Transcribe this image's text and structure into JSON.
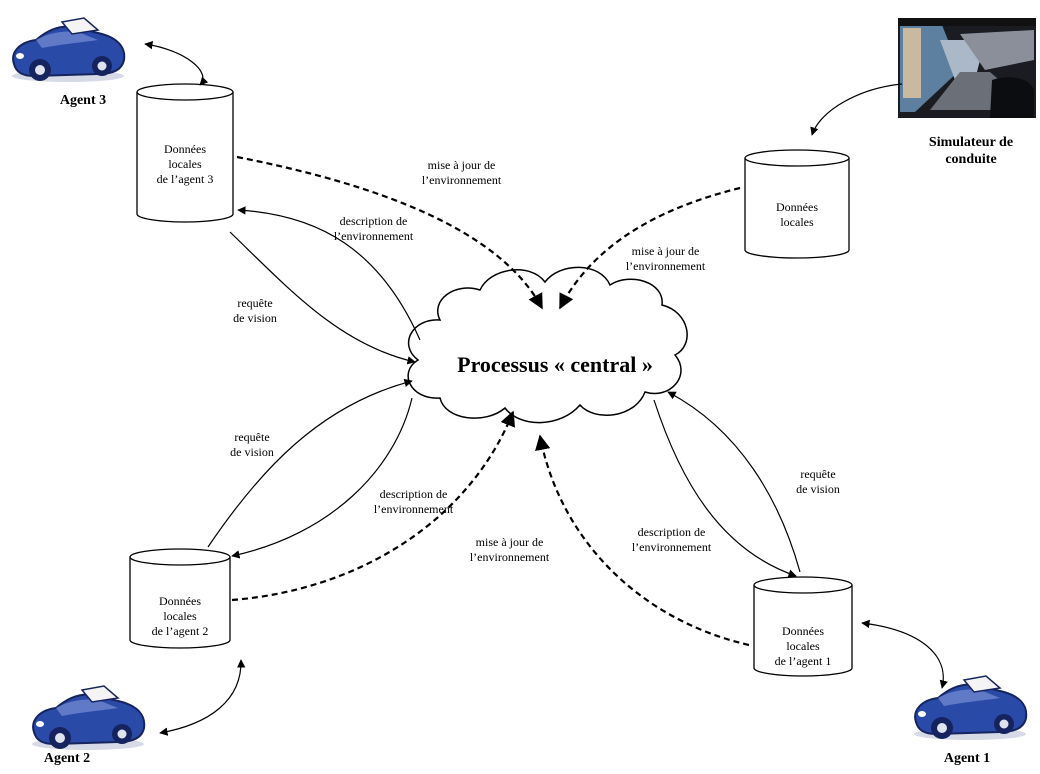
{
  "central": {
    "title": "Processus « central »"
  },
  "agents": {
    "agent3": "Agent 3",
    "agent2": "Agent 2",
    "agent1": "Agent 1"
  },
  "simulator": {
    "line1": "Simulateur de",
    "line2": "conduite"
  },
  "databases": {
    "db_agent3": [
      "Données",
      "locales",
      "de l’agent 3"
    ],
    "db_sim": [
      "Données",
      "locales"
    ],
    "db_agent2": [
      "Données",
      "locales",
      "de l’agent 2"
    ],
    "db_agent1": [
      "Données",
      "locales",
      "de l’agent 1"
    ]
  },
  "arrows": {
    "update_a3": [
      "mise à jour de",
      "l’environnement"
    ],
    "desc_a3": [
      "description de",
      "l’environnement"
    ],
    "req_a3": [
      "requête",
      "de vision"
    ],
    "update_sim": [
      "mise à jour de",
      "l’environnement"
    ],
    "req_a2": [
      "requête",
      "de vision"
    ],
    "desc_a2": [
      "description de",
      "l’environnement"
    ],
    "update_a2": [
      "mise à jour de",
      "l’environnement"
    ],
    "req_a1": [
      "requête",
      "de vision"
    ],
    "desc_a1": [
      "description de",
      "l’environnement"
    ]
  },
  "colors": {
    "car_body": "#2a4aa8",
    "car_dark": "#15245e",
    "line": "#000000"
  },
  "icons": {
    "car": "car-icon",
    "simulator": "driving-simulator-screen-icon",
    "database": "database-cylinder-icon",
    "cloud": "cloud-shape"
  }
}
